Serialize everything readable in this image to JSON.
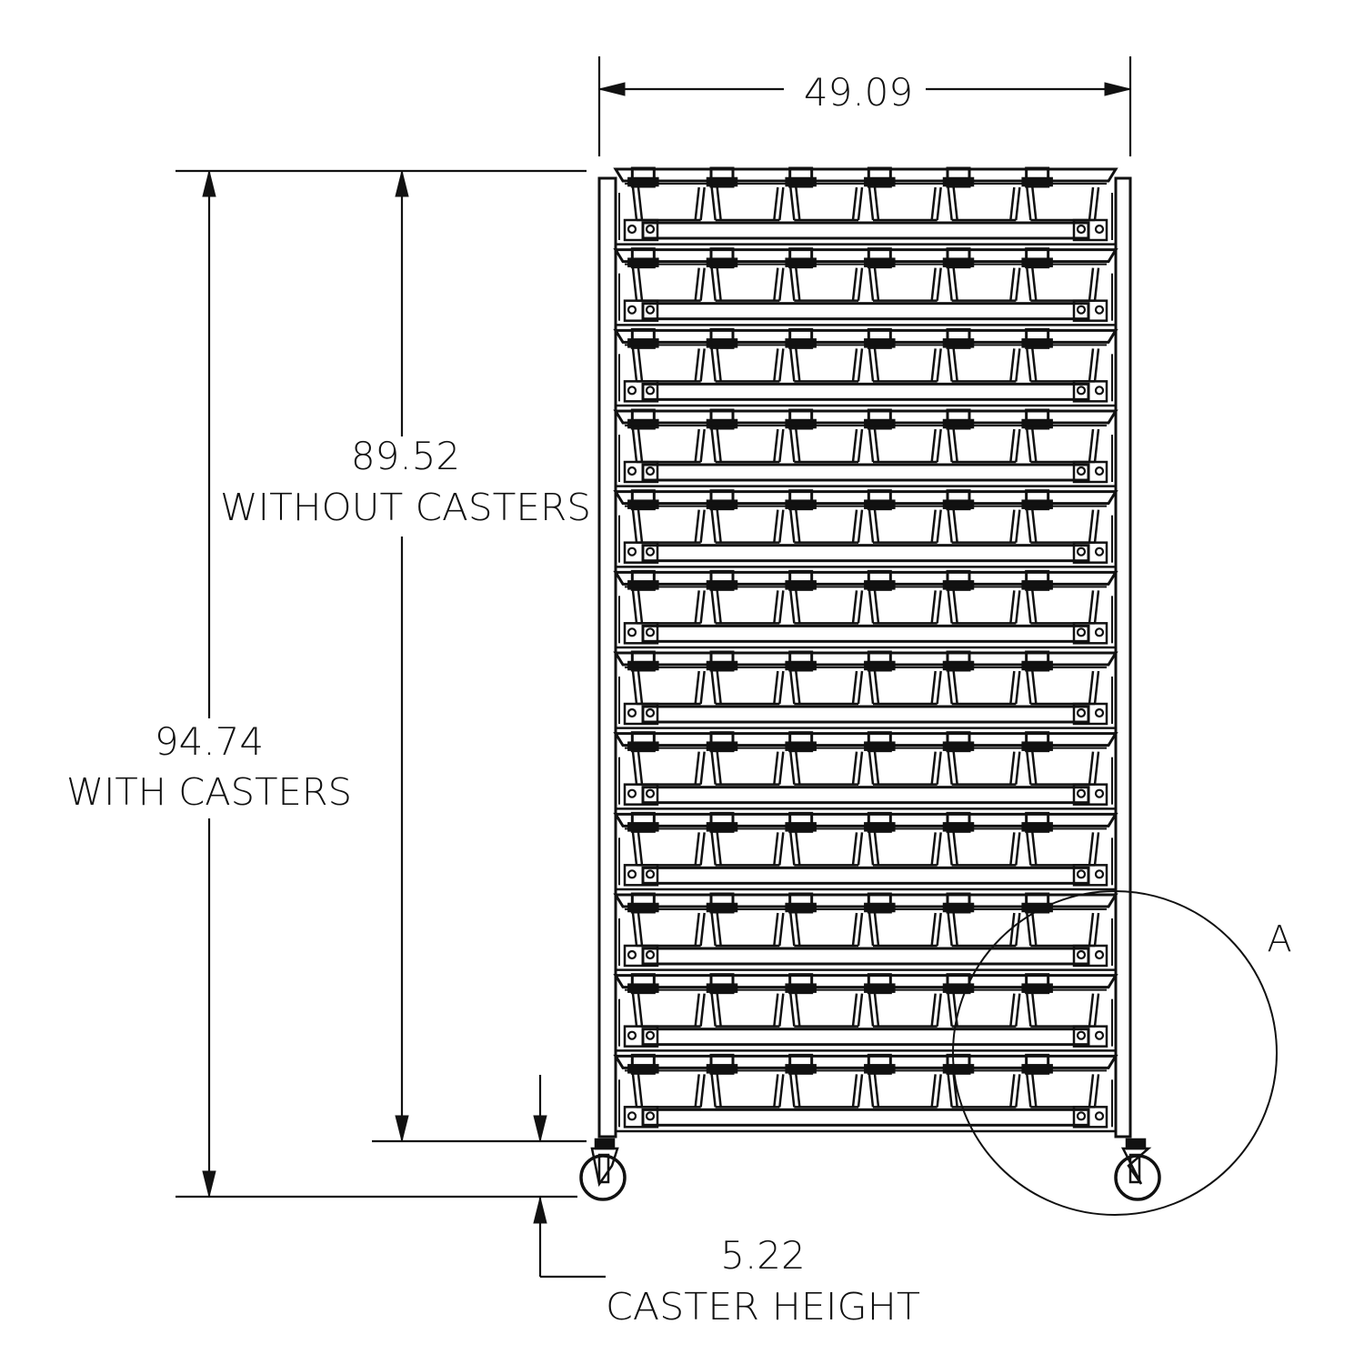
{
  "drawing": {
    "title": "Mobile bin rack elevation",
    "rows": 12,
    "bins_per_row": 6,
    "stroke_color": "#111111",
    "background_color": "#ffffff"
  },
  "dimensions": {
    "width": {
      "value": "49.09"
    },
    "height_without_casters": {
      "value": "89.52",
      "label": "WITHOUT CASTERS"
    },
    "height_with_casters": {
      "value": "94.74",
      "label": "WITH CASTERS"
    },
    "caster_height": {
      "value": "5.22",
      "label": "CASTER HEIGHT"
    }
  },
  "detail_callout": {
    "label": "A"
  }
}
